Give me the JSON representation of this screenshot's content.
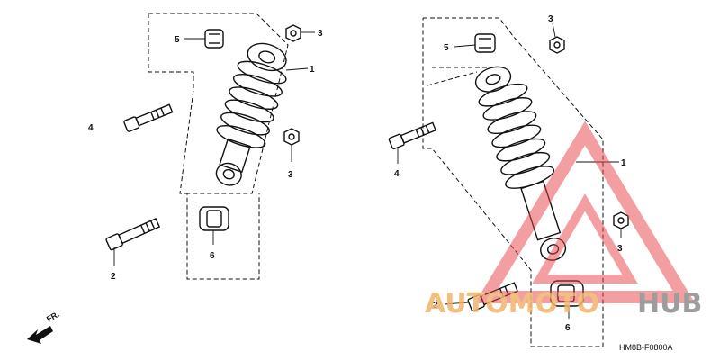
{
  "diagram": {
    "code": "HM8B-F0800A",
    "direction_label": "FR.",
    "left_assembly": {
      "labels": [
        "1",
        "2",
        "3",
        "3",
        "4",
        "5",
        "6"
      ]
    },
    "right_assembly": {
      "labels": [
        "1",
        "2",
        "3",
        "3",
        "4",
        "5",
        "6"
      ]
    }
  },
  "watermark": {
    "text_red": "AUTOMOTO",
    "text_grey": "HUB",
    "colors": {
      "triangle": "#e8424a",
      "accent": "#f2b46a",
      "grey": "#8c8c8c"
    }
  }
}
